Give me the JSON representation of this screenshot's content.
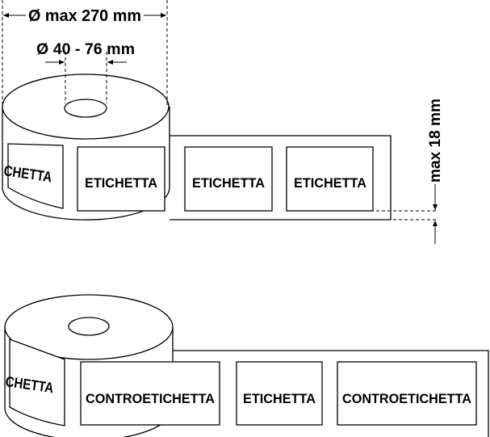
{
  "dimensions": {
    "outer_diameter": "Ø max 270 mm",
    "core_diameter": "Ø 40 - 76 mm",
    "label_gap": "max 18 mm"
  },
  "roll_top": {
    "labels": [
      "CHETTA",
      "ETICHETTA",
      "ETICHETTA",
      "ETICHETTA"
    ]
  },
  "roll_bottom": {
    "labels": [
      "CHETTA",
      "CONTROETICHETTA",
      "ETICHETTA",
      "CONTROETICHETTA"
    ]
  },
  "colors": {
    "stroke": "#000000",
    "background": "#ffffff"
  }
}
